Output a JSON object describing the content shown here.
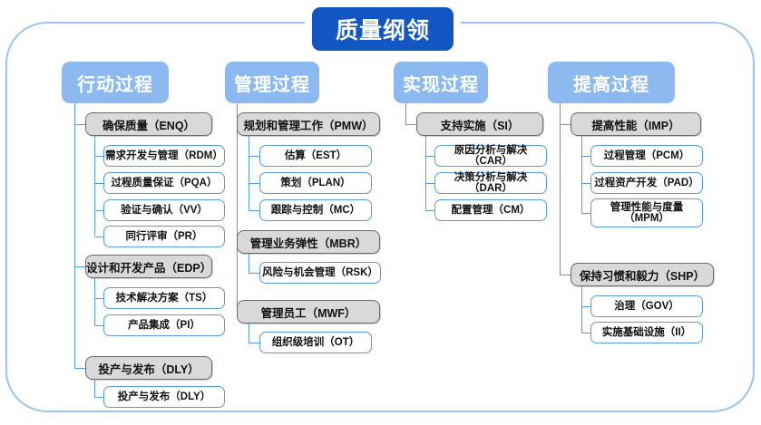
{
  "diagram": {
    "title": "质量纲领",
    "frame_color": "#9cc3ef",
    "root_color": "#1256c4",
    "header_color": "#8cb9f0",
    "group_color": "#d9d9d9",
    "leaf_border_color": "#5b9bd5",
    "columns": [
      {
        "header": "行动过程",
        "groups": [
          {
            "label": "确保质量（ENQ）",
            "items": [
              "需求开发与管理（RDM）",
              "过程质量保证（PQA）",
              "验证与确认（VV）",
              "同行评审（PR）"
            ]
          },
          {
            "label": "设计和开发产品（EDP）",
            "items": [
              "技术解决方案（TS）",
              "产品集成（PI）"
            ]
          },
          {
            "label": "投产与发布（DLY）",
            "items": [
              "投产与发布（DLY）"
            ]
          }
        ]
      },
      {
        "header": "管理过程",
        "groups": [
          {
            "label": "规划和管理工作（PMW）",
            "items": [
              "估算（EST）",
              "策划（PLAN）",
              "跟踪与控制（MC）"
            ]
          },
          {
            "label": "管理业务弹性（MBR）",
            "items": [
              "风险与机会管理（RSK）"
            ]
          },
          {
            "label": "管理员工（MWF）",
            "items": [
              "组织级培训（OT）"
            ]
          }
        ]
      },
      {
        "header": "实现过程",
        "groups": [
          {
            "label": "支持实施（SI）",
            "items": [
              "原因分析与解决（CAR）",
              "决策分析与解决（DAR）",
              "配置管理（CM）"
            ]
          }
        ]
      },
      {
        "header": "提高过程",
        "groups": [
          {
            "label": "提高性能（IMP）",
            "items": [
              "过程管理（PCM）",
              "过程资产开发（PAD）",
              "管理性能与度量\n（MPM）"
            ]
          },
          {
            "label": "保持习惯和毅力（SHP）",
            "items": [
              "治理（GOV）",
              "实施基础设施（II）"
            ]
          }
        ]
      }
    ]
  }
}
